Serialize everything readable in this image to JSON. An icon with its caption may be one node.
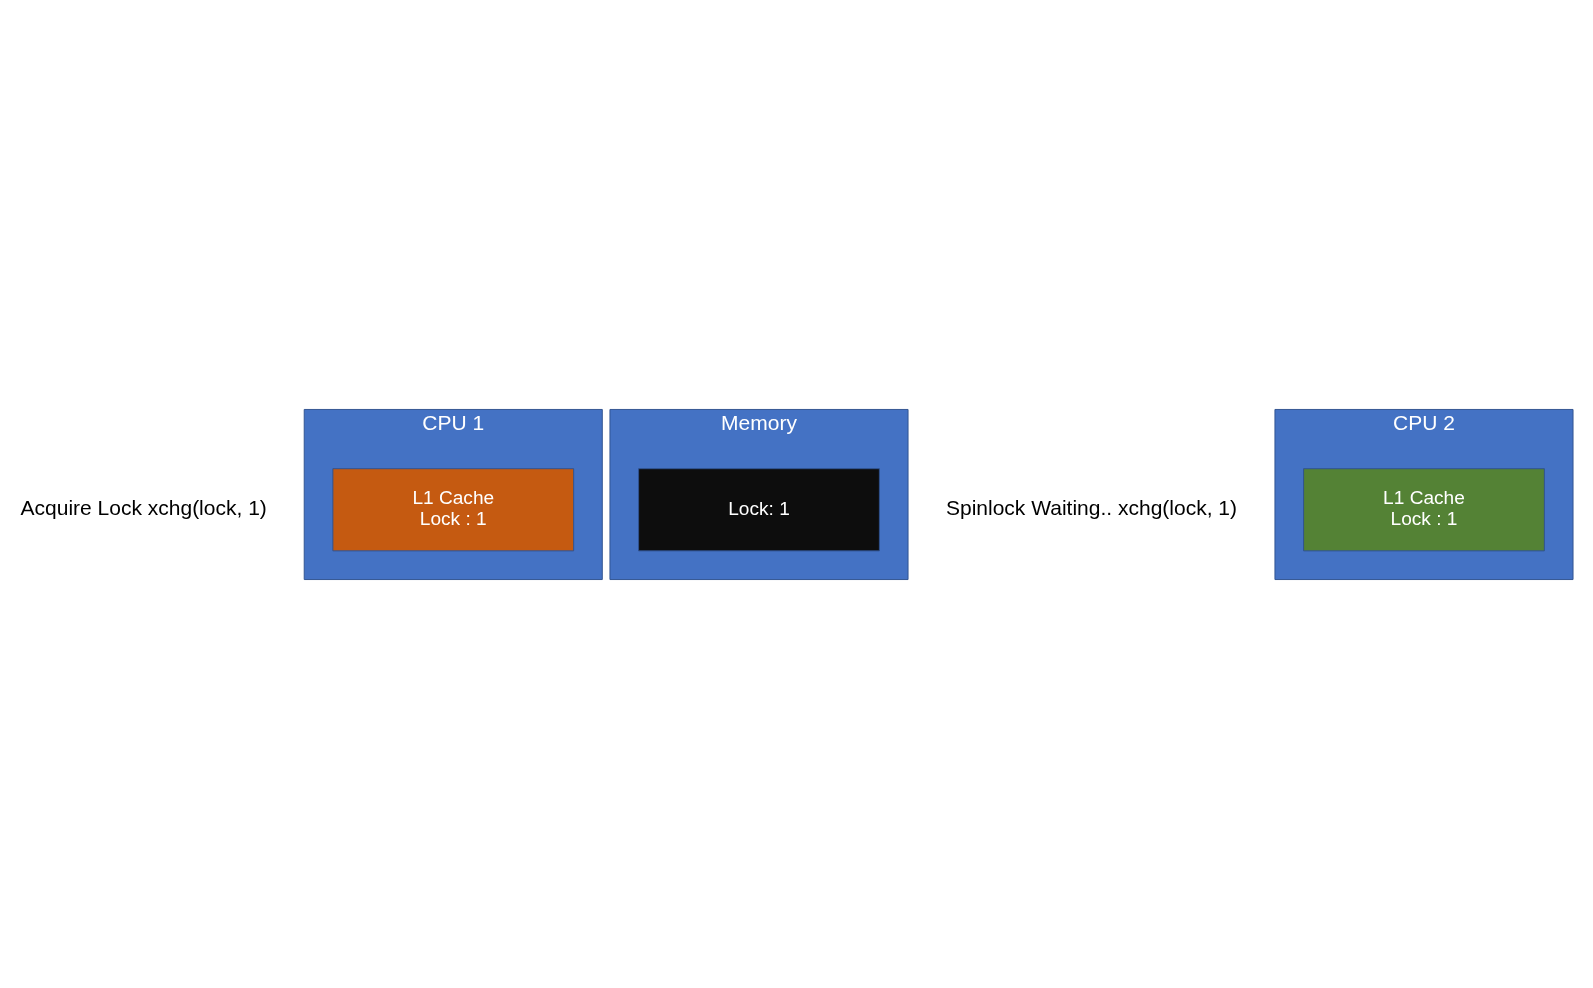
{
  "diagram": {
    "nodes": [
      {
        "text": [
          "CPU 1"
        ],
        "beside": [
          "Acquire Lock xchg(lock, 1)"
        ]
      },
      {
        "text": [
          "L1 Cache",
          "Lock : 1"
        ],
        "in": 0
      },
      {
        "text": [
          "Memory"
        ]
      },
      {
        "text": [
          "Lock: 1"
        ],
        "in": 2
      },
      {
        "text": [
          "CPU 2"
        ],
        "beside": [
          "Spinlock Waiting.. xchg(lock, 1)"
        ]
      },
      {
        "text": [
          "L1 Cache",
          "Lock : 1"
        ],
        "in": 4
      }
    ],
    "edges": []
  }
}
